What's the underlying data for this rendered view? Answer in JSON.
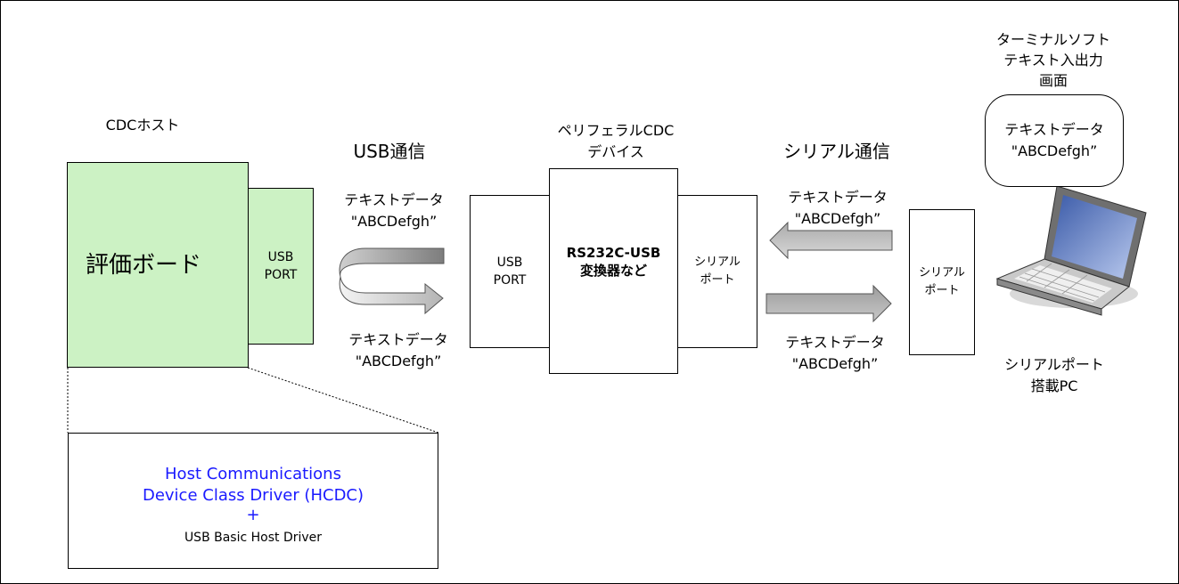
{
  "host": {
    "caption": "CDCホスト",
    "board_label": "評価ボード",
    "port_label": "USB\nPORT"
  },
  "usb_link": {
    "title": "USB通信",
    "upper_data": "テキストデータ\n\"ABCDefgh”",
    "lower_data": "テキストデータ\n\"ABCDefgh”"
  },
  "peripheral": {
    "caption": "ペリフェラルCDC\nデバイス",
    "usb_port_label": "USB\nPORT",
    "converter_label": "RS232C-USB\n変換器など",
    "serial_port_label": "シリアル\nポート"
  },
  "serial_link": {
    "title": "シリアル通信",
    "upper_data": "テキストデータ\n\"ABCDefgh”",
    "lower_data": "テキストデータ\n\"ABCDefgh”"
  },
  "pc": {
    "terminal_caption": "ターミナルソフト\nテキスト入出力\n画面",
    "bubble_text": "テキストデータ\n\"ABCDefgh”",
    "serial_port_label": "シリアル\nポート",
    "caption": "シリアルポート\n搭載PC"
  },
  "driver": {
    "line1": "Host Communications",
    "line2": "Device Class Driver (HCDC)",
    "plus": "+",
    "line3": "USB Basic Host Driver",
    "highlight_color": "#1a1aff"
  }
}
